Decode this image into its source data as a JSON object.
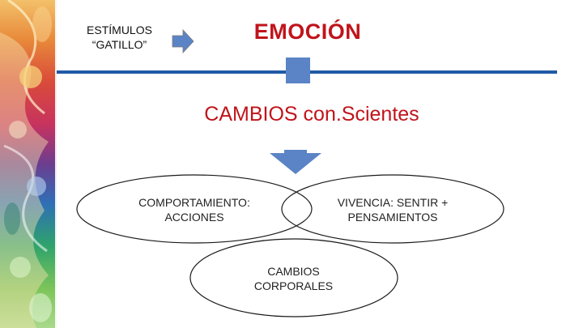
{
  "trigger": {
    "line1": "ESTÍMULOS",
    "line2": "“GATILLO”"
  },
  "emotion_title": "EMOCIÓN",
  "changes_title": "CAMBIOS con.Scientes",
  "venn": {
    "behavior": {
      "line1": "COMPORTAMIENTO:",
      "line2": "ACCIONES"
    },
    "experience": {
      "line1": "VIVENCIA: SENTIR +",
      "line2": "PENSAMIENTOS"
    },
    "body": {
      "line1": "CAMBIOS",
      "line2": "CORPORALES"
    }
  },
  "colors": {
    "accent_red": "#c0141b",
    "accent_blue": "#1f5aa6",
    "shape_blue": "#5b84c6"
  }
}
